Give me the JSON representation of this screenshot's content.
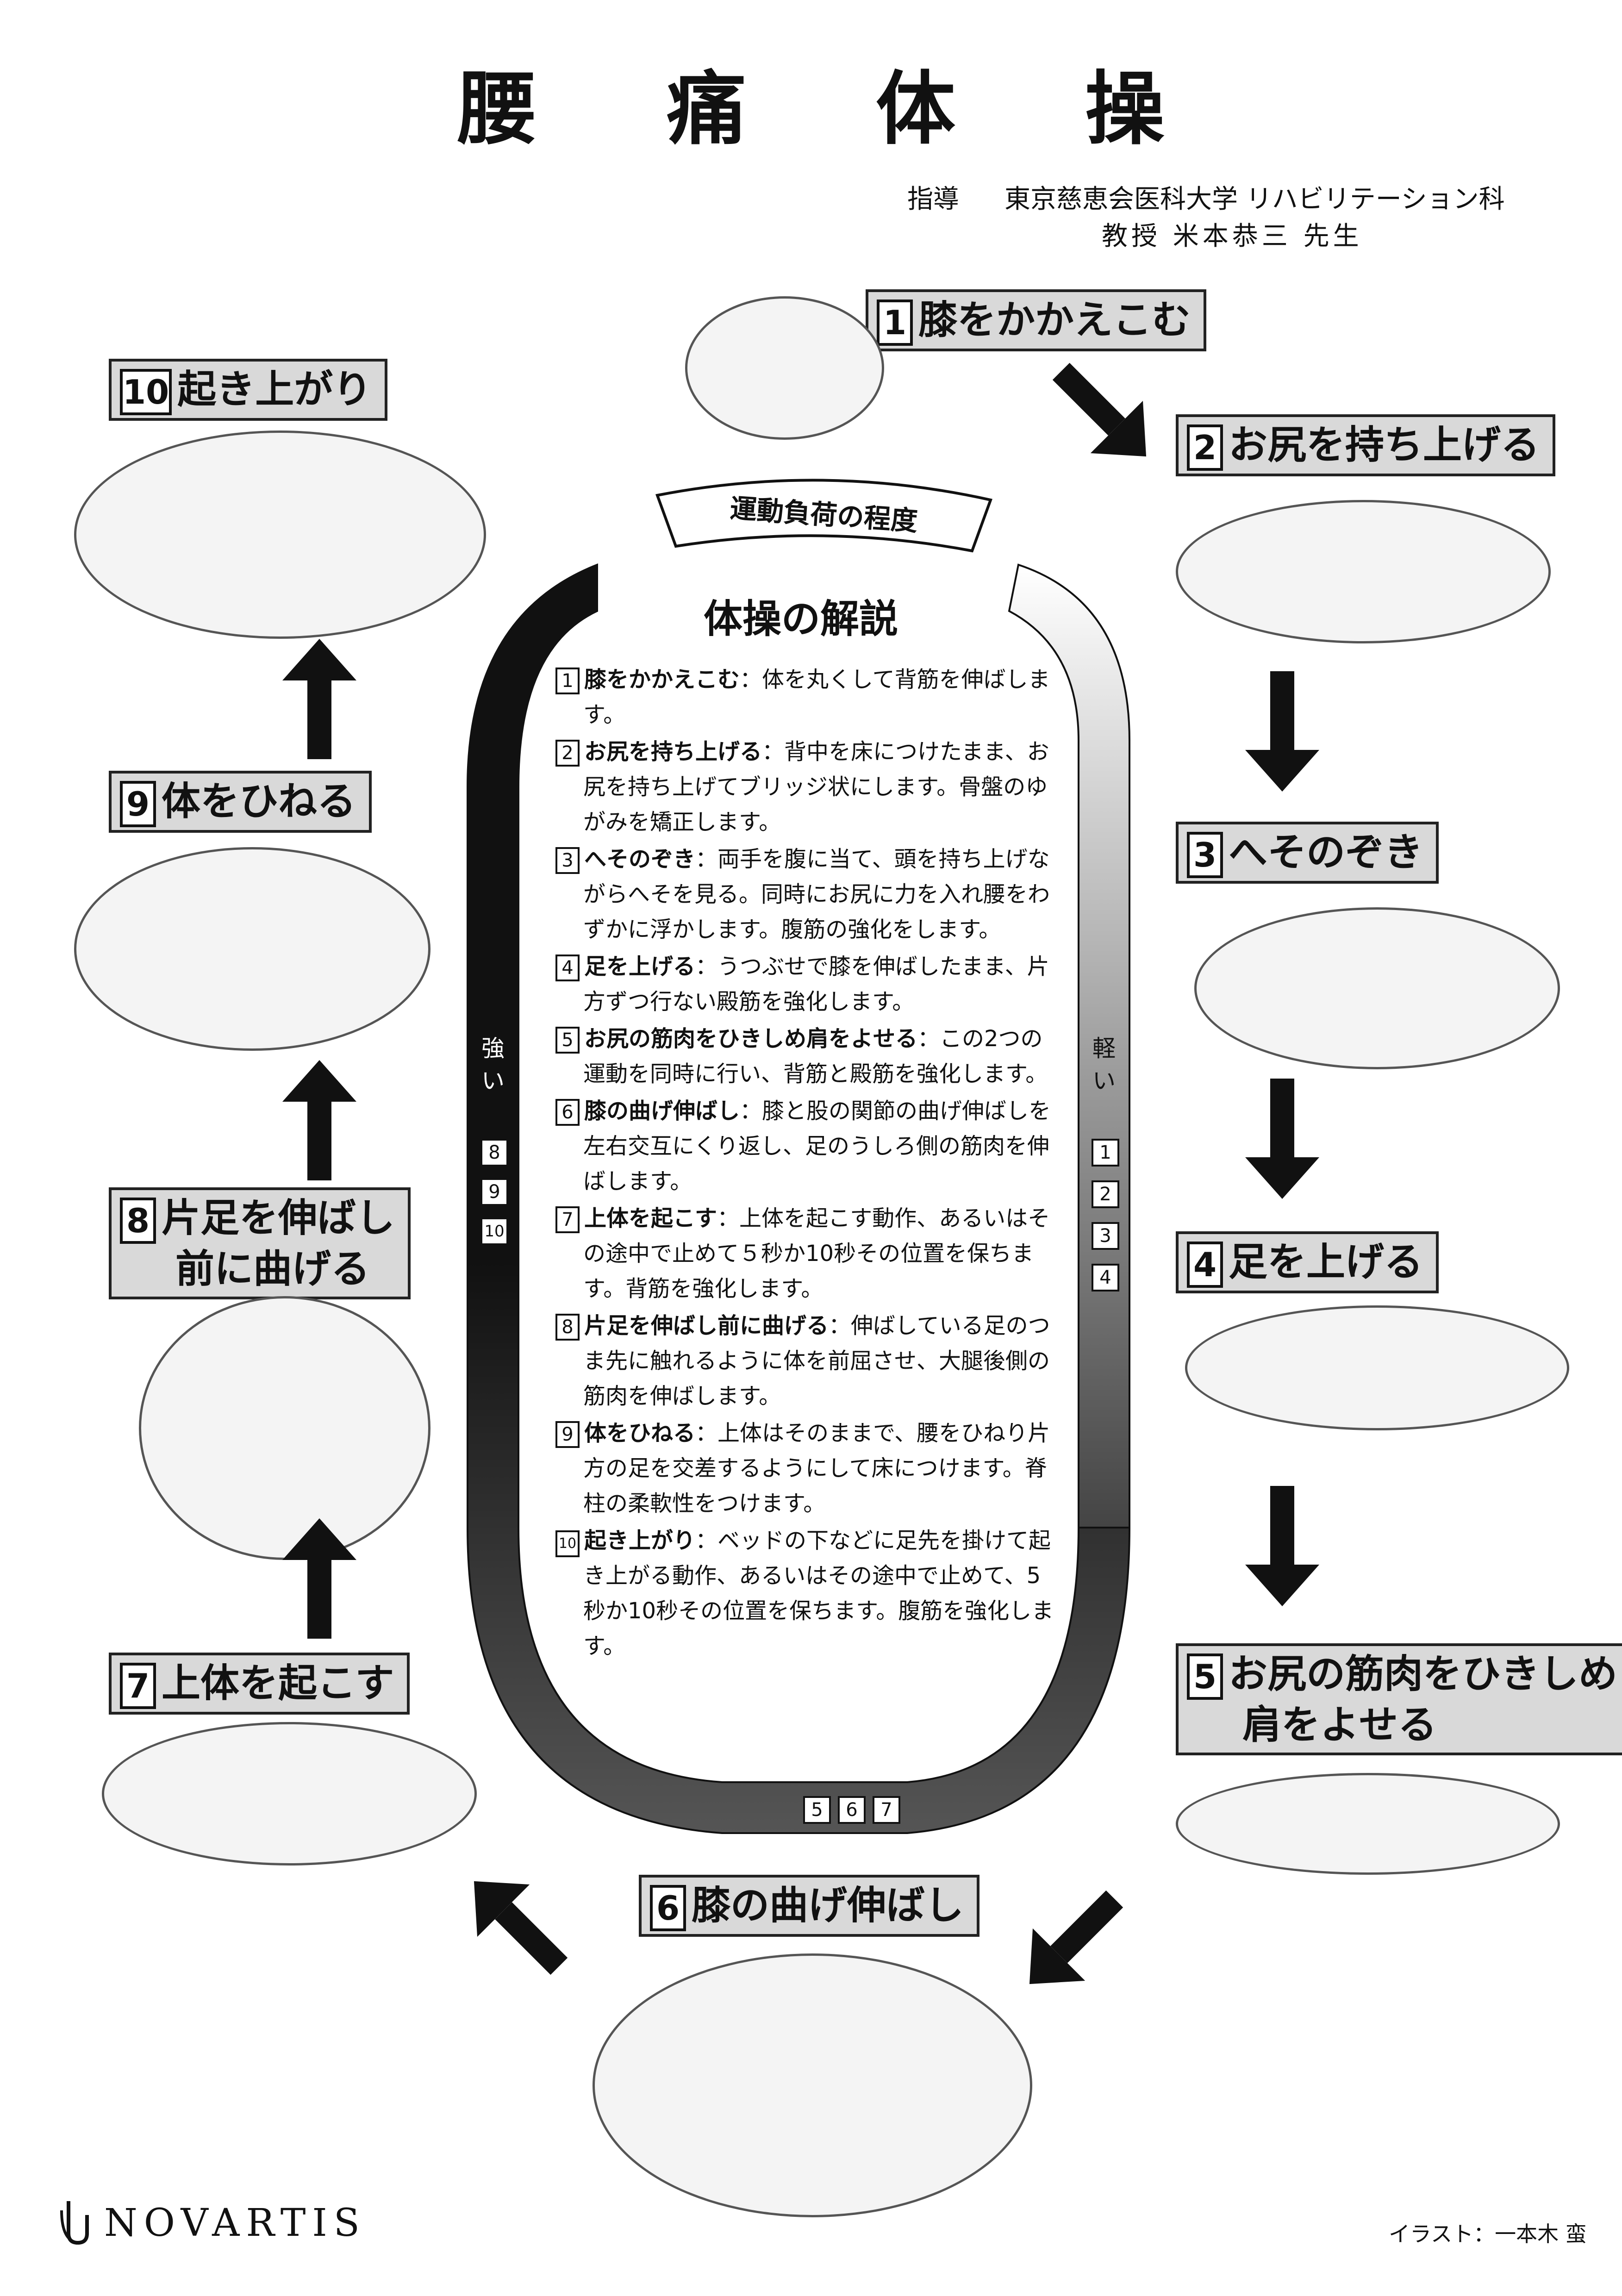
{
  "title": "腰 痛 体 操",
  "credits": {
    "line1_label": "指導",
    "line1": "東京慈恵会医科大学 リハビリテーション科",
    "line2": "教授 米本恭三 先生"
  },
  "track": {
    "label": "運動負荷の程度",
    "strong": {
      "label": "強い",
      "numbers": [
        "8",
        "9",
        "10"
      ]
    },
    "light": {
      "label": "軽い",
      "numbers": [
        "1",
        "2",
        "3",
        "4"
      ]
    },
    "medium": {
      "numbers": [
        "5",
        "6",
        "7"
      ]
    }
  },
  "panel": {
    "title": "体操の解説",
    "items": [
      {
        "num": "1",
        "head": "膝をかかえこむ",
        "text": "：体を丸くして背筋を伸ばします。"
      },
      {
        "num": "2",
        "head": "お尻を持ち上げる",
        "text": "：背中を床につけたまま、お尻を持ち上げてブリッジ状にします。骨盤のゆがみを矯正します。"
      },
      {
        "num": "3",
        "head": "へそのぞき",
        "text": "：両手を腹に当て、頭を持ち上げながらへそを見る。同時にお尻に力を入れ腰をわずかに浮かします。腹筋の強化をします。"
      },
      {
        "num": "4",
        "head": "足を上げる",
        "text": "：うつぶせで膝を伸ばしたまま、片方ずつ行ない殿筋を強化します。"
      },
      {
        "num": "5",
        "head": "お尻の筋肉をひきしめ肩をよせる",
        "text": "：この2つの運動を同時に行い、背筋と殿筋を強化します。"
      },
      {
        "num": "6",
        "head": "膝の曲げ伸ばし",
        "text": "：膝と股の関節の曲げ伸ばしを左右交互にくり返し、足のうしろ側の筋肉を伸ばします。"
      },
      {
        "num": "7",
        "head": "上体を起こす",
        "text": "：上体を起こす動作、あるいはその途中で止めて５秒か10秒その位置を保ちます。背筋を強化します。"
      },
      {
        "num": "8",
        "head": "片足を伸ばし前に曲げる",
        "text": "：伸ばしている足のつま先に触れるように体を前屈させ、大腿後側の筋肉を伸ばします。"
      },
      {
        "num": "9",
        "head": "体をひねる",
        "text": "：上体はそのままで、腰をひねり片方の足を交差するようにして床につけます。脊柱の柔軟性をつけます。"
      },
      {
        "num": "10",
        "head": "起き上がり",
        "text": "：ベッドの下などに足先を掛けて起き上がる動作、あるいはその途中で止めて、5秒か10秒その位置を保ちます。腹筋を強化します。"
      }
    ]
  },
  "steps": [
    {
      "num": "1",
      "label": "膝をかかえこむ",
      "label2": ""
    },
    {
      "num": "2",
      "label": "お尻を持ち上げる",
      "label2": ""
    },
    {
      "num": "3",
      "label": "へそのぞき",
      "label2": ""
    },
    {
      "num": "4",
      "label": "足を上げる",
      "label2": ""
    },
    {
      "num": "5",
      "label": "お尻の筋肉をひきしめ",
      "label2": "肩をよせる"
    },
    {
      "num": "6",
      "label": "膝の曲げ伸ばし",
      "label2": ""
    },
    {
      "num": "7",
      "label": "上体を起こす",
      "label2": ""
    },
    {
      "num": "8",
      "label": "片足を伸ばし",
      "label2": "前に曲げる"
    },
    {
      "num": "9",
      "label": "体をひねる",
      "label2": ""
    },
    {
      "num": "10",
      "label": "起き上がり",
      "label2": ""
    }
  ],
  "footer": {
    "brand": "NOVARTIS",
    "illustrator": "イラスト：一本木 蛮"
  }
}
